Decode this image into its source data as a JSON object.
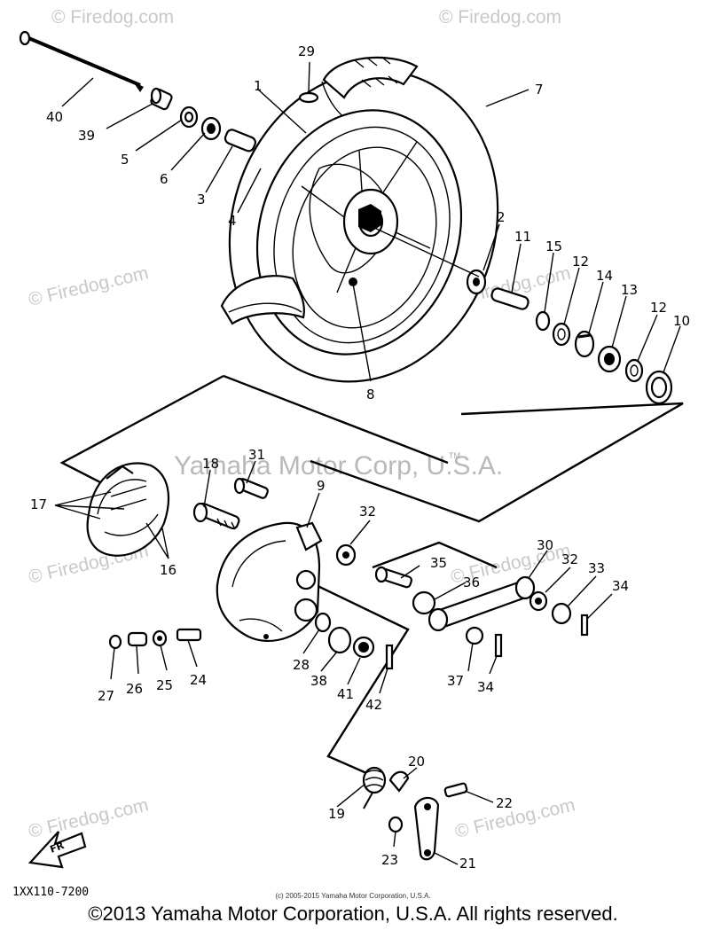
{
  "watermarks": {
    "site": "© Firedog.com",
    "brand": "Yamaha Motor Corp, U.S.A.",
    "tm": "TM"
  },
  "callouts": [
    "1",
    "2",
    "3",
    "4",
    "5",
    "6",
    "7",
    "8",
    "9",
    "10",
    "11",
    "12",
    "13",
    "14",
    "15",
    "16",
    "17",
    "18",
    "19",
    "20",
    "21",
    "22",
    "23",
    "24",
    "25",
    "26",
    "27",
    "28",
    "29",
    "30",
    "31",
    "32",
    "33",
    "34",
    "35",
    "36",
    "37",
    "38",
    "39",
    "40",
    "41",
    "42"
  ],
  "front_marker": "FR",
  "diagram_code": "1XX110-7200",
  "small_copyright": "(c) 2005-2015 Yamaha Motor Corporation, U.S.A.",
  "footer": "©2013 Yamaha Motor Corporation, U.S.A. All rights reserved."
}
